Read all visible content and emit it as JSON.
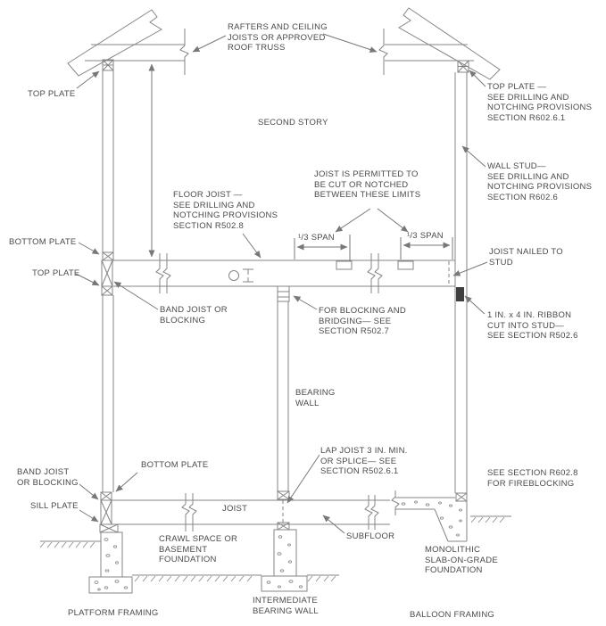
{
  "figure": {
    "description": "Cross-section framing diagram comparing platform framing, intermediate bearing wall, and balloon framing",
    "colors": {
      "background": "#ffffff",
      "line": "#858585",
      "arrow": "#787878",
      "text": "#4a4a4a",
      "ribbon_fill": "#3f3f3f"
    },
    "labels": {
      "top_plate_left": "TOP PLATE",
      "rafters_ceiling": "RAFTERS AND CEILING\nJOISTS OR APPROVED\nROOF TRUSS",
      "top_plate_right": "TOP PLATE —\nSEE DRILLING AND\nNOTCHING PROVISIONS\nSECTION R602.6.1",
      "second_story": "SECOND STORY",
      "wall_stud": "WALL STUD—\nSEE DRILLING AND\nNOTCHING PROVISIONS\nSECTION R602.6",
      "floor_joist": "FLOOR JOIST —\nSEE DRILLING AND\nNOTCHING PROVISIONS\nSECTION R502.8",
      "joist_cut_notch": "JOIST IS PERMITTED TO\nBE CUT OR NOTCHED\nBETWEEN THESE LIMITS",
      "span_left": "¹/3 SPAN",
      "span_right": "¹/3 SPAN",
      "bottom_plate_upper": "BOTTOM PLATE",
      "top_plate_mid": "TOP PLATE",
      "band_joist_upper": "BAND JOIST OR\nBLOCKING",
      "joist_nailed_to_stud": "JOIST NAILED TO\nSTUD",
      "blocking_bridging": "FOR BLOCKING AND\nBRIDGING— SEE\nSECTION R502.7",
      "ribbon": "1 IN. x 4 IN. RIBBON\nCUT INTO STUD—\nSEE SECTION R502.6",
      "bearing_wall": "BEARING\nWALL",
      "lap_joist": "LAP JOIST 3 IN. MIN.\nOR SPLICE— SEE\nSECTION R502.6.1",
      "band_joist_lower": "BAND JOIST\nOR BLOCKING",
      "bottom_plate_lower": "BOTTOM PLATE",
      "sill_plate": "SILL PLATE",
      "fireblocking": "SEE SECTION R602.8\nFOR FIREBLOCKING",
      "joist": "JOIST",
      "crawl_space": "CRAWL SPACE OR\nBASEMENT\nFOUNDATION",
      "subfloor": "SUBFLOOR",
      "monolithic_slab": "MONOLITHIC\nSLAB-ON-GRADE\nFOUNDATION",
      "platform_framing": "PLATFORM FRAMING",
      "intermediate_bearing_wall": "INTERMEDIATE\nBEARING WALL",
      "balloon_framing": "BALLOON FRAMING"
    }
  }
}
